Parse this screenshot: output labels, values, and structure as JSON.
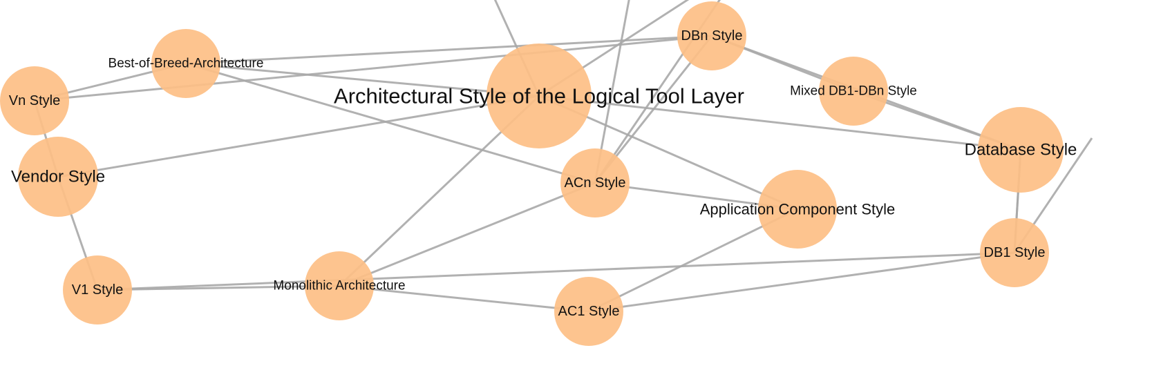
{
  "colors": {
    "node_fill": "#fdbf85",
    "edge_stroke": "#a9a9a9",
    "label_text": "#111111",
    "background": "#ffffff"
  },
  "nodes": [
    {
      "id": "arch",
      "label": "Architectural Style of the Logical Tool Layer"
    },
    {
      "id": "vendor",
      "label": "Vendor Style"
    },
    {
      "id": "vn",
      "label": "Vn Style"
    },
    {
      "id": "v1",
      "label": "V1 Style"
    },
    {
      "id": "bob",
      "label": "Best-of-Breed-Architecture"
    },
    {
      "id": "mono",
      "label": "Monolithic Architecture"
    },
    {
      "id": "acn",
      "label": "ACn Style"
    },
    {
      "id": "ac1",
      "label": "AC1 Style"
    },
    {
      "id": "app",
      "label": "Application Component Style"
    },
    {
      "id": "dbn",
      "label": "DBn Style"
    },
    {
      "id": "mixed",
      "label": "Mixed DB1-DBn Style"
    },
    {
      "id": "db",
      "label": "Database Style"
    },
    {
      "id": "db1",
      "label": "DB1 Style"
    }
  ],
  "edges": [
    [
      "arch",
      "vendor"
    ],
    [
      "arch",
      "app"
    ],
    [
      "arch",
      "db"
    ],
    [
      "arch",
      "mono"
    ],
    [
      "arch",
      "bob"
    ],
    [
      "vendor",
      "vn"
    ],
    [
      "vendor",
      "v1"
    ],
    [
      "bob",
      "vn"
    ],
    [
      "bob",
      "dbn"
    ],
    [
      "bob",
      "acn"
    ],
    [
      "vn",
      "dbn"
    ],
    [
      "v1",
      "mono"
    ],
    [
      "v1",
      "db1"
    ],
    [
      "mono",
      "acn"
    ],
    [
      "mono",
      "ac1"
    ],
    [
      "app",
      "acn"
    ],
    [
      "app",
      "ac1"
    ],
    [
      "ac1",
      "db1"
    ],
    [
      "acn",
      "dbn"
    ],
    [
      "dbn",
      "mixed"
    ],
    [
      "dbn",
      "db"
    ],
    [
      "mixed",
      "db"
    ],
    [
      "db",
      "db1"
    ],
    [
      "db1",
      "db"
    ]
  ],
  "offscreen_edges": [
    {
      "from": "arch"
    },
    {
      "from": "acn"
    },
    {
      "from": "dbn"
    },
    {
      "from": "arch",
      "via": "top"
    },
    {
      "from": "db1"
    }
  ]
}
